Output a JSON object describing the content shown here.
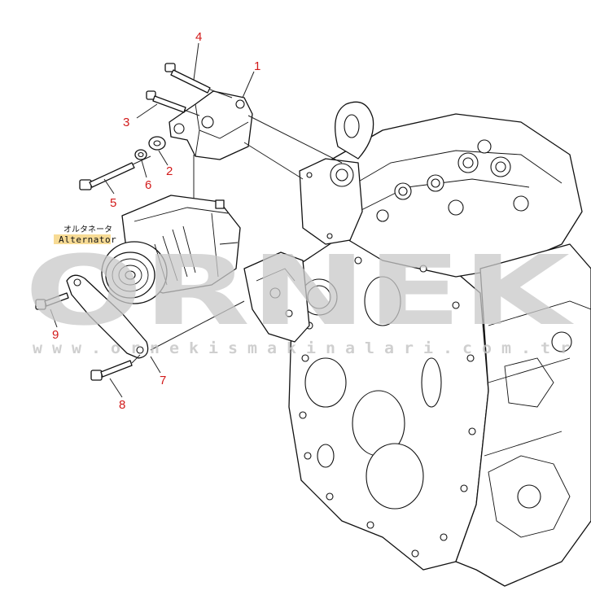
{
  "watermark": {
    "logo_text": "ORNEK",
    "url": "w w w . o r n e k i s m a k i n a l a r i . c o m . t r"
  },
  "alternator_label": {
    "japanese": "オルタネータ",
    "english": "Alternator",
    "highlight_color": "#f5d27a"
  },
  "callouts": [
    {
      "id": "1",
      "label": "1"
    },
    {
      "id": "2",
      "label": "2"
    },
    {
      "id": "3",
      "label": "3"
    },
    {
      "id": "4",
      "label": "4"
    },
    {
      "id": "5",
      "label": "5"
    },
    {
      "id": "6",
      "label": "6"
    },
    {
      "id": "7",
      "label": "7"
    },
    {
      "id": "8",
      "label": "8"
    },
    {
      "id": "9",
      "label": "9"
    }
  ],
  "colors": {
    "callout": "#d21a1a",
    "line": "#111111",
    "watermark": "#c9c9c9"
  }
}
